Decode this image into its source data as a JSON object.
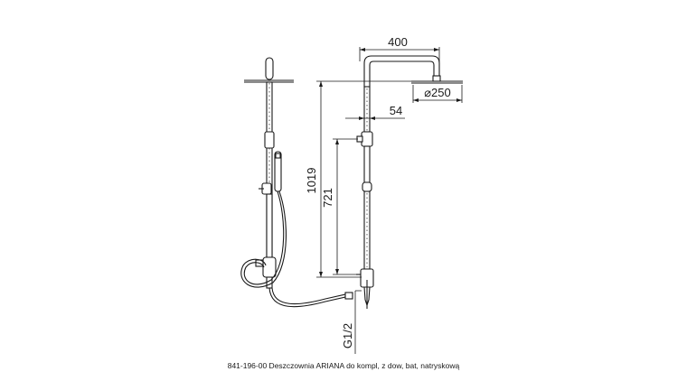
{
  "dimensions": {
    "width_arm": "400",
    "head_diameter": "⌀250",
    "arm_offset": "54",
    "total_height": "1019",
    "valve_height": "721",
    "thread": "G1/2"
  },
  "caption": "841-196-00 Deszczownia ARIANA do kompl, z dow, bat, natryskową"
}
